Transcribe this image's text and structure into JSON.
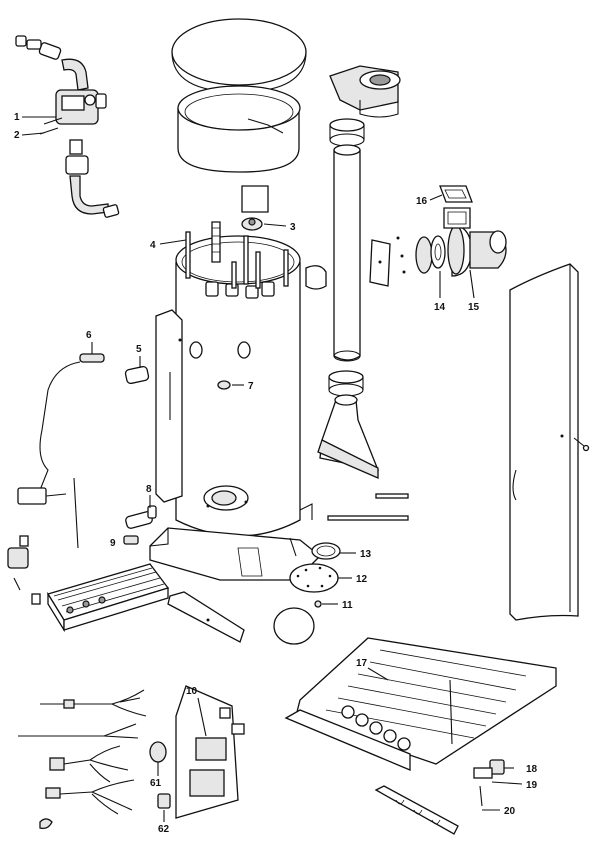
{
  "diagram": {
    "type": "exploded-parts-diagram",
    "callouts": [
      {
        "id": "c1",
        "label": "1"
      },
      {
        "id": "c2",
        "label": "2"
      },
      {
        "id": "c3",
        "label": "3"
      },
      {
        "id": "c4",
        "label": "4"
      },
      {
        "id": "c5",
        "label": "5"
      },
      {
        "id": "c6",
        "label": "6"
      },
      {
        "id": "c7",
        "label": "7"
      },
      {
        "id": "c8",
        "label": "8"
      },
      {
        "id": "c9",
        "label": "9"
      },
      {
        "id": "c10",
        "label": "10"
      },
      {
        "id": "c11",
        "label": "11"
      },
      {
        "id": "c12",
        "label": "12"
      },
      {
        "id": "c13",
        "label": "13"
      },
      {
        "id": "c14",
        "label": "14"
      },
      {
        "id": "c15",
        "label": "15"
      },
      {
        "id": "c16",
        "label": "16"
      },
      {
        "id": "c17",
        "label": "17"
      },
      {
        "id": "c18",
        "label": "18"
      },
      {
        "id": "c19",
        "label": "19"
      },
      {
        "id": "c20",
        "label": "20"
      },
      {
        "id": "c61",
        "label": "61"
      },
      {
        "id": "c62",
        "label": "62"
      }
    ]
  }
}
